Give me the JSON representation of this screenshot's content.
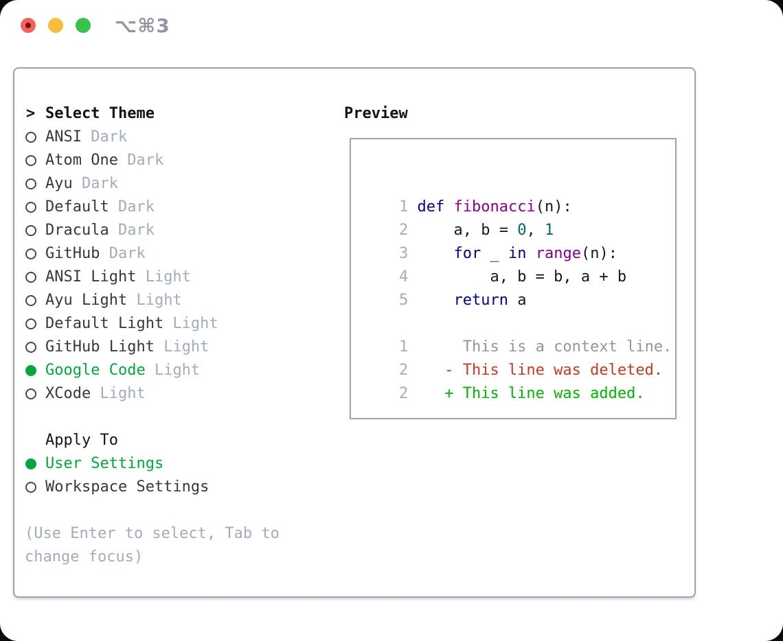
{
  "window": {
    "title": "⌥⌘3"
  },
  "colors": {
    "selected_green": "#00a83c",
    "diff_added": "#00b400",
    "diff_removed": "#c23b22",
    "diff_context": "#8f979e",
    "keyword_blue": "#000088",
    "function_purple": "#880088",
    "literal_teal": "#006666",
    "muted_gray": "#a2adba",
    "border_gray": "#9aa3b0",
    "traffic_red": "#f4635a",
    "traffic_yellow": "#f7bd3d",
    "traffic_green": "#36c24b"
  },
  "theme_picker": {
    "header_prefix": ">",
    "header_label": "Select Theme",
    "themes": [
      {
        "name": "ANSI",
        "variant": "Dark",
        "selected": false
      },
      {
        "name": "Atom One",
        "variant": "Dark",
        "selected": false
      },
      {
        "name": "Ayu",
        "variant": "Dark",
        "selected": false
      },
      {
        "name": "Default",
        "variant": "Dark",
        "selected": false
      },
      {
        "name": "Dracula",
        "variant": "Dark",
        "selected": false
      },
      {
        "name": "GitHub",
        "variant": "Dark",
        "selected": false
      },
      {
        "name": "ANSI Light",
        "variant": "Light",
        "selected": false
      },
      {
        "name": "Ayu Light",
        "variant": "Light",
        "selected": false
      },
      {
        "name": "Default Light",
        "variant": "Light",
        "selected": false
      },
      {
        "name": "GitHub Light",
        "variant": "Light",
        "selected": false
      },
      {
        "name": "Google Code",
        "variant": "Light",
        "selected": true
      },
      {
        "name": "XCode",
        "variant": "Light",
        "selected": false
      }
    ],
    "apply_to_label": "Apply To",
    "apply_options": [
      {
        "name": "User Settings",
        "selected": true
      },
      {
        "name": "Workspace Settings",
        "selected": false
      }
    ],
    "help_lines": [
      "(Use Enter to select, Tab to",
      "change focus)"
    ]
  },
  "preview": {
    "header": "Preview",
    "code_lines": [
      {
        "num": "1",
        "segments": [
          {
            "text": "def",
            "style": "kw"
          },
          {
            "text": " ",
            "style": "plain"
          },
          {
            "text": "fibonacci",
            "style": "fn"
          },
          {
            "text": "(n):",
            "style": "plain"
          }
        ]
      },
      {
        "num": "2",
        "segments": [
          {
            "text": "    a, b = ",
            "style": "plain"
          },
          {
            "text": "0",
            "style": "lit"
          },
          {
            "text": ", ",
            "style": "plain"
          },
          {
            "text": "1",
            "style": "lit"
          }
        ]
      },
      {
        "num": "3",
        "segments": [
          {
            "text": "    ",
            "style": "plain"
          },
          {
            "text": "for",
            "style": "kw"
          },
          {
            "text": " _ ",
            "style": "plain"
          },
          {
            "text": "in",
            "style": "kw"
          },
          {
            "text": " ",
            "style": "plain"
          },
          {
            "text": "range",
            "style": "fn"
          },
          {
            "text": "(n):",
            "style": "plain"
          }
        ]
      },
      {
        "num": "4",
        "segments": [
          {
            "text": "        a, b = b, a + b",
            "style": "plain"
          }
        ]
      },
      {
        "num": "5",
        "segments": [
          {
            "text": "    ",
            "style": "plain"
          },
          {
            "text": "return",
            "style": "kw"
          },
          {
            "text": " a",
            "style": "plain"
          }
        ]
      }
    ],
    "diff_lines": [
      {
        "num": "1",
        "body": "      This is a context line.",
        "type": "context"
      },
      {
        "num": "2",
        "body": "    - This line was deleted.",
        "type": "removed"
      },
      {
        "num": "2",
        "body": "    + This line was added.",
        "type": "added"
      }
    ]
  }
}
